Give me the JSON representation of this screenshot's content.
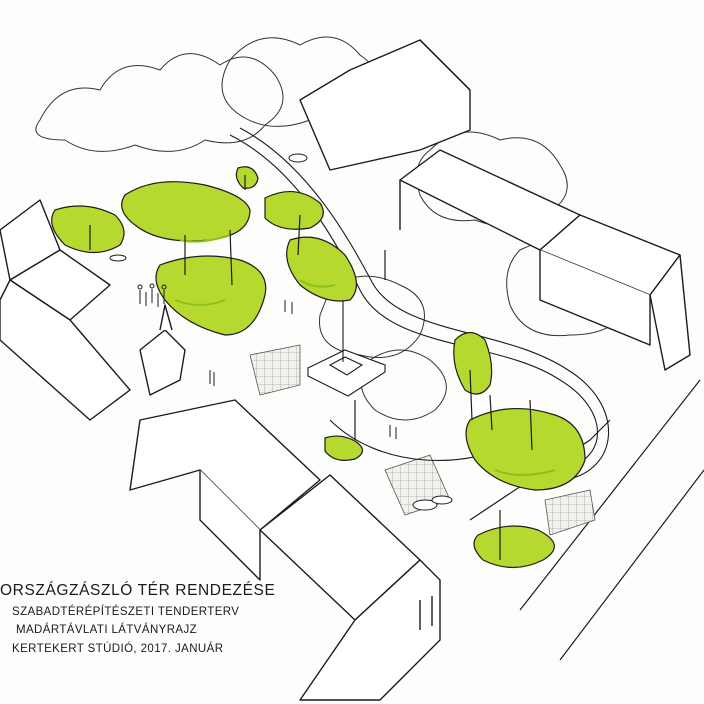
{
  "drawing": {
    "title": "ORSZÁGZÁSZLÓ TÉR RENDEZÉSE",
    "subtitle_1": "SZABADTÉRÉPÍTÉSZETI TENDERTERV",
    "subtitle_2": "MADÁRTÁVLATI LÁTVÁNYRAJZ",
    "subtitle_3": "KERTEKERT STÚDIÓ, 2017. JANUÁR"
  },
  "colors": {
    "lawn": "#b5d92f",
    "lawn_dark": "#8fbf1f",
    "ink": "#1c1c1c",
    "paper": "#fdfdfb"
  }
}
